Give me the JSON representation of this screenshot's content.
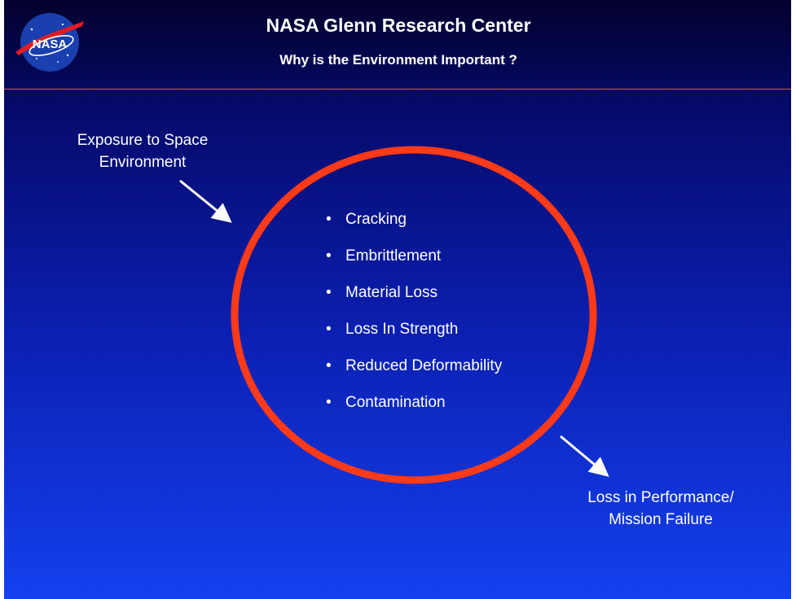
{
  "header": {
    "logo_text": "NASA",
    "title": "NASA Glenn Research Center",
    "subtitle": "Why is the Environment Important ?"
  },
  "diagram": {
    "input_label_line1": "Exposure to Space",
    "input_label_line2": "Environment",
    "effects": [
      "Cracking",
      "Embrittlement",
      "Material Loss",
      "Loss In Strength",
      "Reduced Deformability",
      "Contamination"
    ],
    "output_label_line1": "Loss in Performance/",
    "output_label_line2": "Mission Failure",
    "bullet_char": "•"
  },
  "colors": {
    "ring": "#ff3a18",
    "text": "#ffffff",
    "header_rule": "#c8663a"
  }
}
